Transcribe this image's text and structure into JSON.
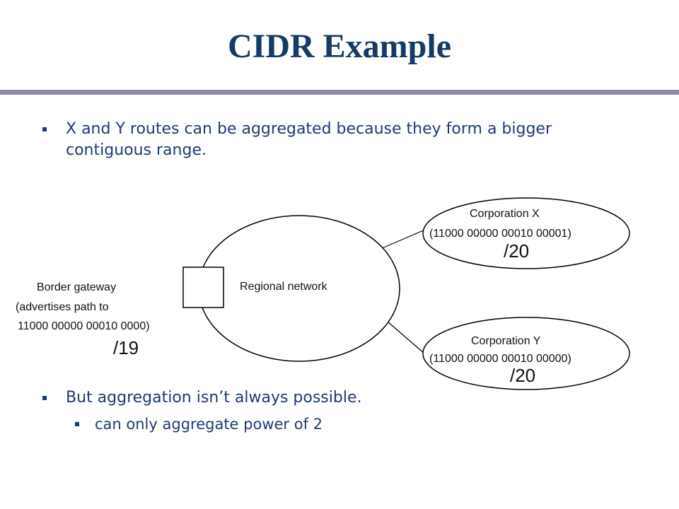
{
  "title": "CIDR Example",
  "bullets": [
    {
      "text": "X and Y routes can be aggregated because they form a bigger contiguous range."
    },
    {
      "text": "But aggregation isn’t always possible."
    },
    {
      "text": "can only aggregate power of 2"
    }
  ],
  "diagram": {
    "regional_label": "Regional network",
    "gateway": {
      "line1": "Border gateway",
      "line2": "(advertises path to",
      "line3": "11000 00000 00010 0000)",
      "prefix": "/19"
    },
    "corp_x": {
      "name": "Corporation X",
      "address": "(11000 00000 00010 00001)",
      "prefix": "/20"
    },
    "corp_y": {
      "name": "Corporation Y",
      "address": "(11000 00000 00010 00000)",
      "prefix": "/20"
    }
  },
  "colors": {
    "title": "#143a66",
    "bullet_text": "#1f3a73",
    "rule": "#8c8cab"
  }
}
